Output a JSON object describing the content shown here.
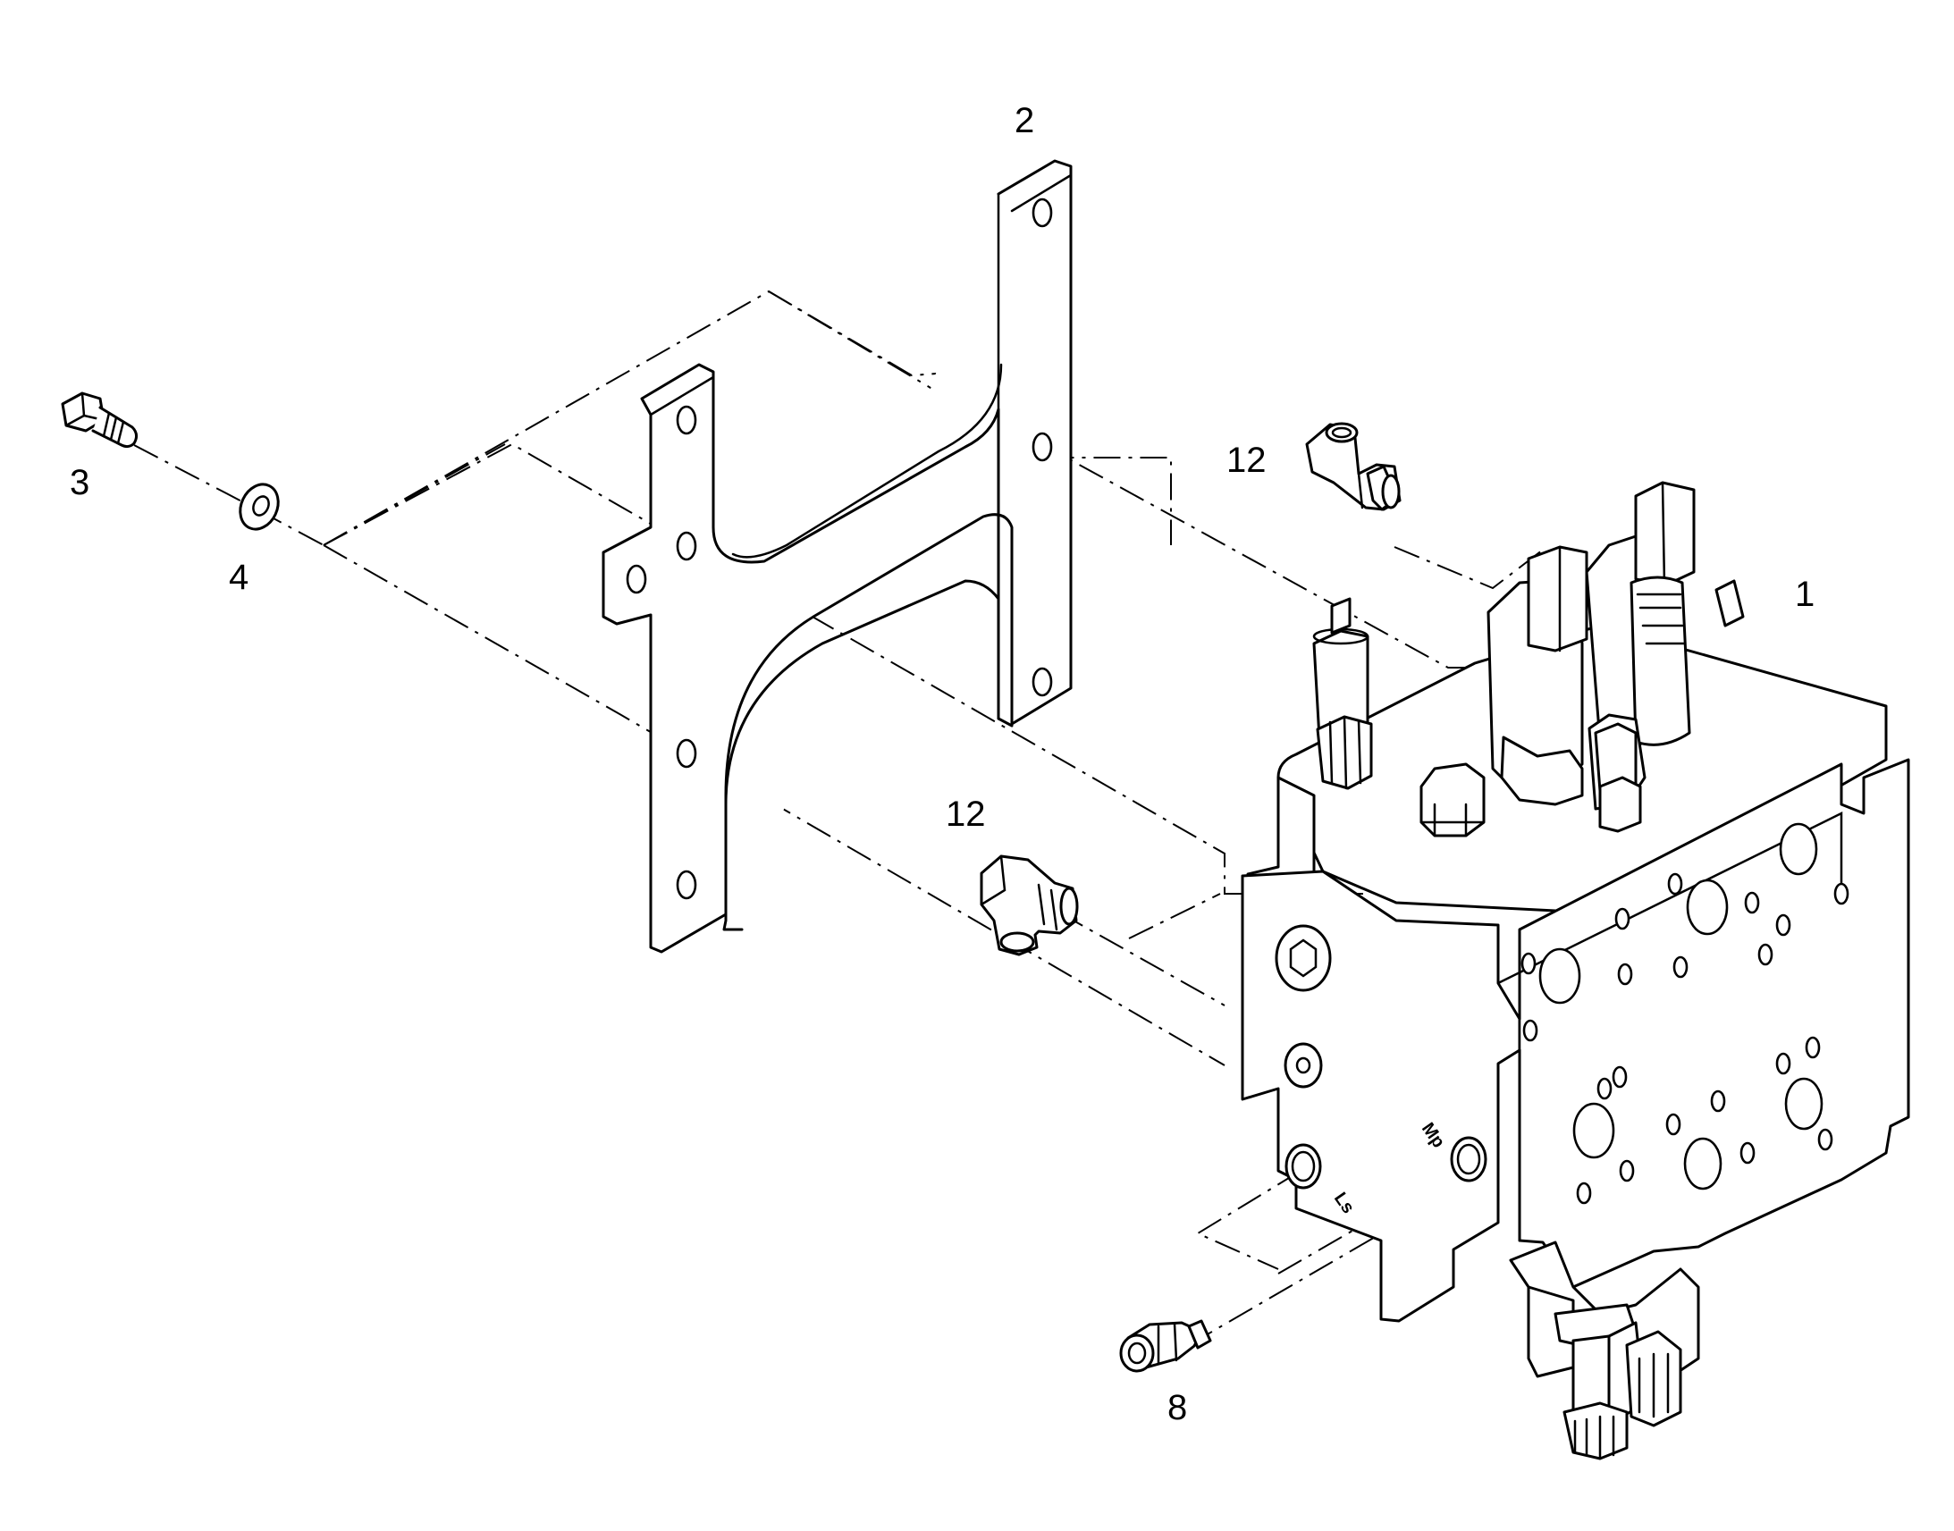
{
  "callouts": {
    "c1": "1",
    "c2": "2",
    "c3": "3",
    "c4": "4",
    "c8": "8",
    "c12a": "12",
    "c12b": "12"
  },
  "ports": {
    "ls": "Ls",
    "mp": "Mp"
  },
  "colors": {
    "ink": "#000000",
    "paper": "#ffffff"
  }
}
